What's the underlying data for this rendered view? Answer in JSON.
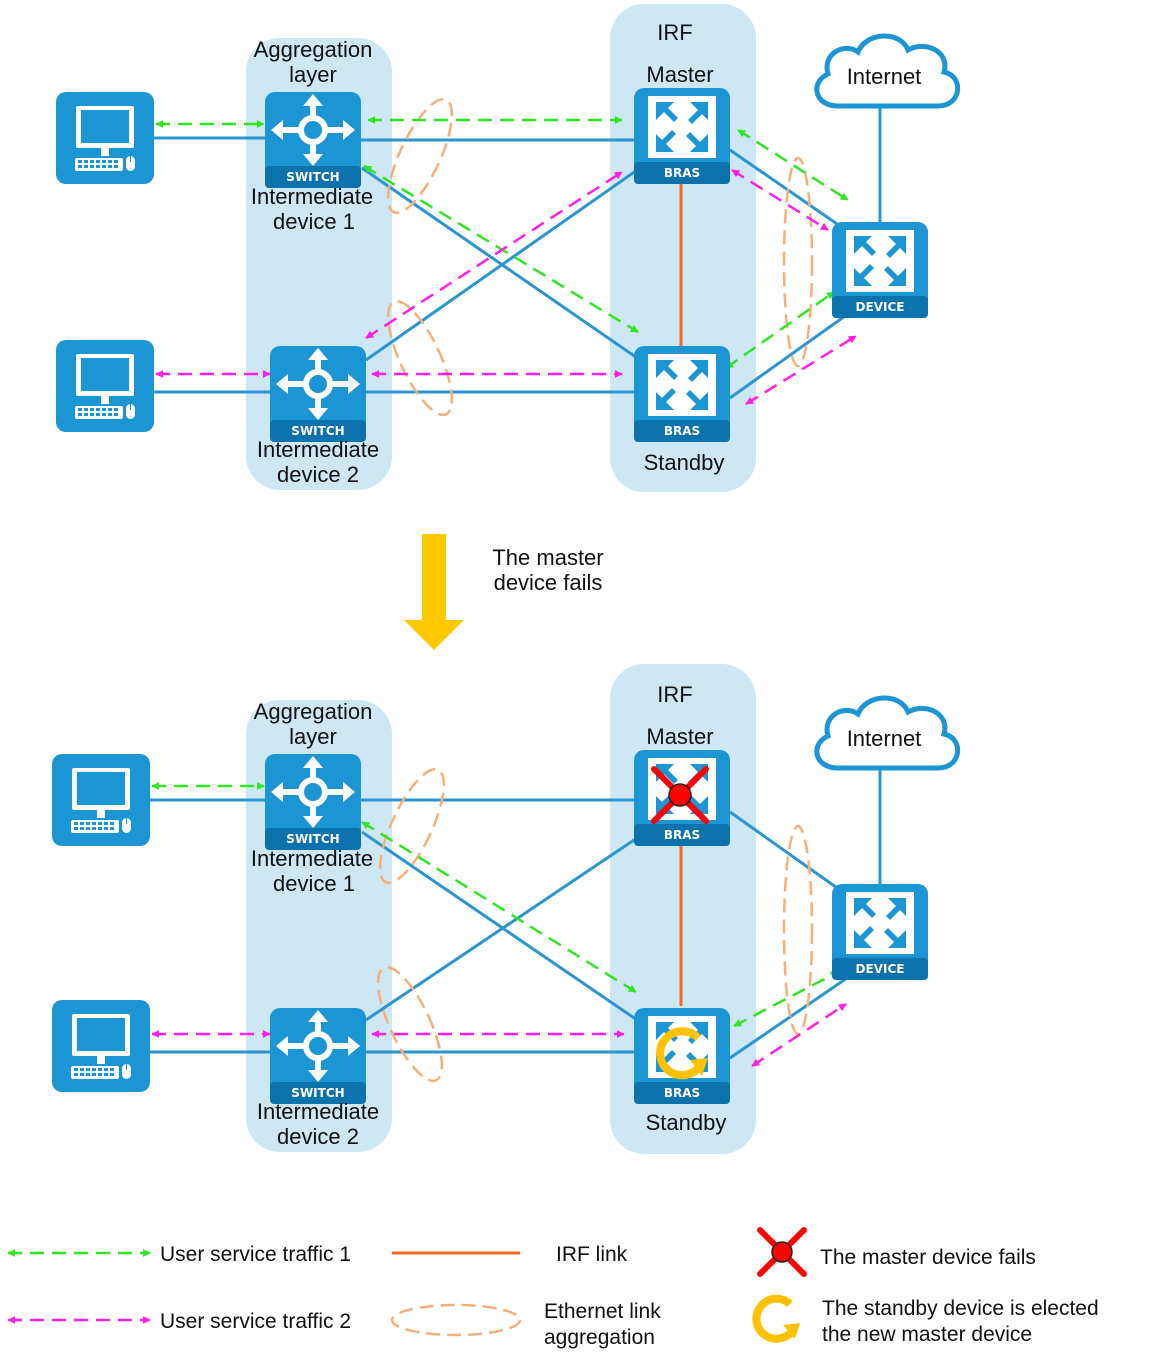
{
  "colors": {
    "background": "#ffffff",
    "zone": "#cde8f4",
    "device": "#1b95d3",
    "device_dark": "#0b72ad",
    "link": "#2a95cf",
    "irf_link": "#f06a24",
    "traffic1": "#2fe620",
    "traffic2": "#ff1fe6",
    "aggregation": "#f5b07a",
    "fail": "#ff0000",
    "elect": "#ffc100",
    "transition_arrow": "#ffc900"
  },
  "top": {
    "aggregation_label_1": "Aggregation",
    "aggregation_label_2": "layer",
    "irf_label": "IRF",
    "master_label": "Master",
    "standby_label": "Standby",
    "internet_label": "Internet",
    "switch1_badge": "SWITCH",
    "switch2_badge": "SWITCH",
    "bras_master_badge": "BRAS",
    "bras_standby_badge": "BRAS",
    "device_badge": "DEVICE",
    "intermediate1_line1": "Intermediate",
    "intermediate1_line2": "device 1",
    "intermediate2_line1": "Intermediate",
    "intermediate2_line2": "device 2",
    "pc1_icon": "computer-icon",
    "pc2_icon": "computer-icon"
  },
  "transition": {
    "line1": "The master",
    "line2": "device fails"
  },
  "bottom": {
    "aggregation_label_1": "Aggregation",
    "aggregation_label_2": "layer",
    "irf_label": "IRF",
    "master_label": "Master",
    "standby_label": "Standby",
    "internet_label": "Internet",
    "switch1_badge": "SWITCH",
    "switch2_badge": "SWITCH",
    "bras_master_badge": "BRAS",
    "bras_standby_badge": "BRAS",
    "device_badge": "DEVICE",
    "intermediate1_line1": "Intermediate",
    "intermediate1_line2": "device 1",
    "intermediate2_line1": "Intermediate",
    "intermediate2_line2": "device 2"
  },
  "legend": {
    "traffic1": "User service traffic 1",
    "traffic2": "User service traffic 2",
    "irf_link": "IRF link",
    "eth_agg_1": "Ethernet link",
    "eth_agg_2": "aggregation",
    "fail_1": "The master device fails",
    "elect_1": "The standby device is elected",
    "elect_2": "the new master device"
  }
}
